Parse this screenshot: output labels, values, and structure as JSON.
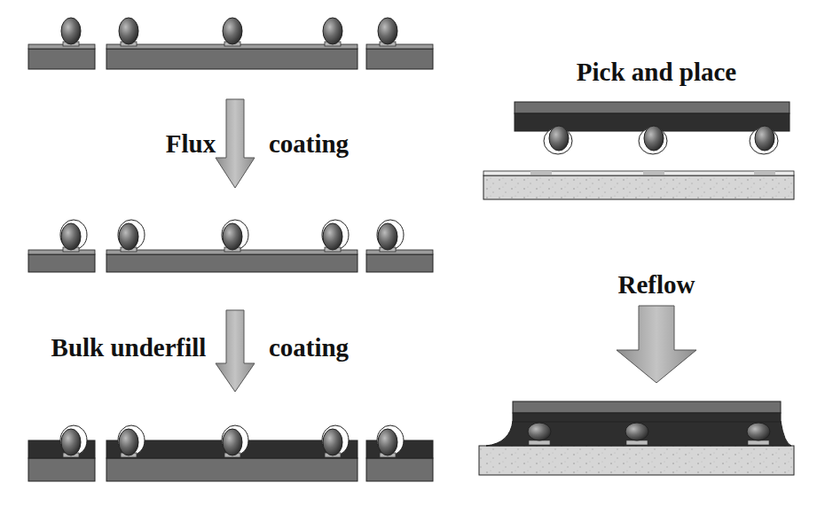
{
  "diagram": {
    "labels": [
      "Flux",
      "coating",
      "Bulk underfill",
      "coating",
      "Pick and place",
      "Reflow"
    ]
  }
}
